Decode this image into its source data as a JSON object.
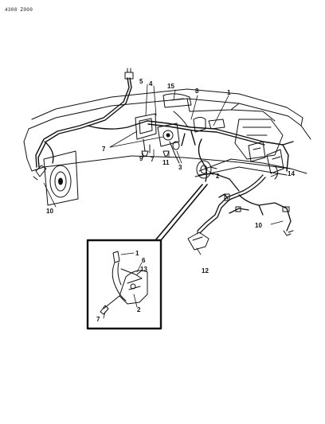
{
  "diagram_code": "4308 Z000",
  "callouts": {
    "c1": "1",
    "c3": "3",
    "c4": "4",
    "c5": "5",
    "c7a": "7",
    "c7b": "7",
    "c8": "8",
    "c9": "9",
    "c10a": "10",
    "c10b": "10",
    "c11": "11",
    "c12": "12",
    "c14": "14",
    "c15": "15",
    "c2": "2",
    "inset_c1": "1",
    "inset_c2": "2",
    "inset_c6": "6",
    "inset_c7": "7",
    "inset_c13": "13"
  }
}
